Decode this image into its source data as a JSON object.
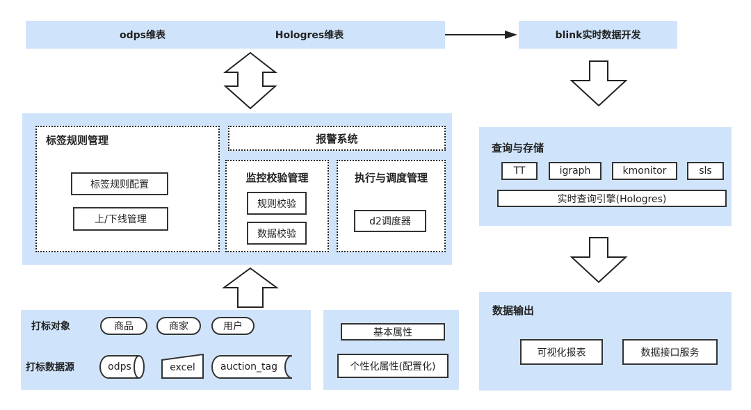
{
  "top_bar": {
    "odps_dim": "odps维表",
    "hologres_dim": "Hologres维表"
  },
  "blink": {
    "label": "blink实时数据开发"
  },
  "tag_rule": {
    "title": "标签规则管理",
    "config": "标签规则配置",
    "online_offline": "上/下线管理"
  },
  "alarm": {
    "title": "报警系统"
  },
  "monitor": {
    "title": "监控校验管理",
    "rule_check": "规则校验",
    "data_check": "数据校验"
  },
  "exec": {
    "title": "执行与调度管理",
    "scheduler": "d2调度器"
  },
  "query_store": {
    "title": "查询与存储",
    "items": [
      "TT",
      "igraph",
      "kmonitor",
      "sls"
    ],
    "engine": "实时查询引擎(Hologres)"
  },
  "data_output": {
    "title": "数据输出",
    "visual": "可视化报表",
    "api": "数据接口服务"
  },
  "tag_object": {
    "label": "打标对象",
    "items": [
      "商品",
      "商家",
      "用户"
    ]
  },
  "tag_source": {
    "label": "打标数据源",
    "items": [
      "odps",
      "excel",
      "auction_tag"
    ]
  },
  "attributes": {
    "basic": "基本属性",
    "personalized": "个性化属性(配置化)"
  },
  "colors": {
    "panel": "#cfe4fb",
    "border": "#333333"
  }
}
